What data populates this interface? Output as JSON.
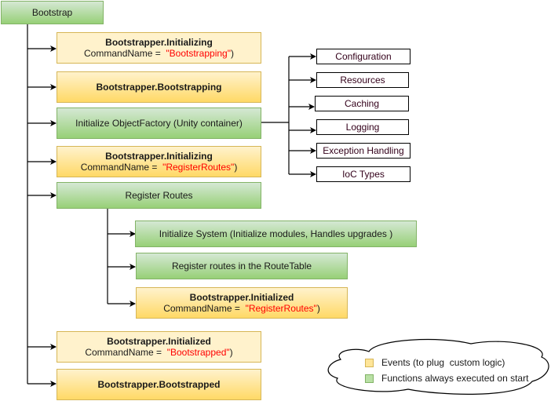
{
  "diagram": {
    "root": {
      "label": "Bootstrap"
    },
    "main_steps": [
      {
        "id": "initializing-bootstrapping",
        "kind": "event",
        "title": "Bootstrapper.Initializing",
        "command_prefix": "CommandName = ",
        "command_value": "\"Bootstrapping\"",
        "command_suffix": ")"
      },
      {
        "id": "bootstrapping",
        "kind": "event",
        "title": "Bootstrapper.Bootstrapping"
      },
      {
        "id": "init-object-factory",
        "kind": "function",
        "label": "Initialize ObjectFactory (Unity container)"
      },
      {
        "id": "initializing-registerroutes",
        "kind": "event",
        "title": "Bootstrapper.Initializing",
        "command_prefix": "CommandName = ",
        "command_value": "\"RegisterRoutes\"",
        "command_suffix": ")"
      },
      {
        "id": "register-routes",
        "kind": "function",
        "label": "Register Routes"
      },
      {
        "id": "initialized-bootstrapped",
        "kind": "event",
        "title": "Bootstrapper.Initialized",
        "command_prefix": "CommandName = ",
        "command_value": "\"Bootstrapped\"",
        "command_suffix": ")"
      },
      {
        "id": "bootstrapped",
        "kind": "event",
        "title": "Bootstrapper.Bootstrapped"
      }
    ],
    "object_factory_children": [
      "Configuration",
      "Resources",
      "Caching",
      "Logging",
      "Exception Handling",
      "IoC Types"
    ],
    "register_routes_children": [
      {
        "kind": "function",
        "label": "Initialize System (Initialize modules, Handles upgrades )"
      },
      {
        "kind": "function",
        "label": "Register routes in the RouteTable"
      },
      {
        "kind": "event",
        "title": "Bootstrapper.Initialized",
        "command_prefix": "CommandName = ",
        "command_value": "\"RegisterRoutes\"",
        "command_suffix": ")"
      }
    ]
  },
  "legend": {
    "items": [
      {
        "label": "Events (to plug  custom logic)",
        "color": "#ffe599"
      },
      {
        "label": "Functions always executed on start",
        "color": "#b9e0a5"
      }
    ]
  }
}
